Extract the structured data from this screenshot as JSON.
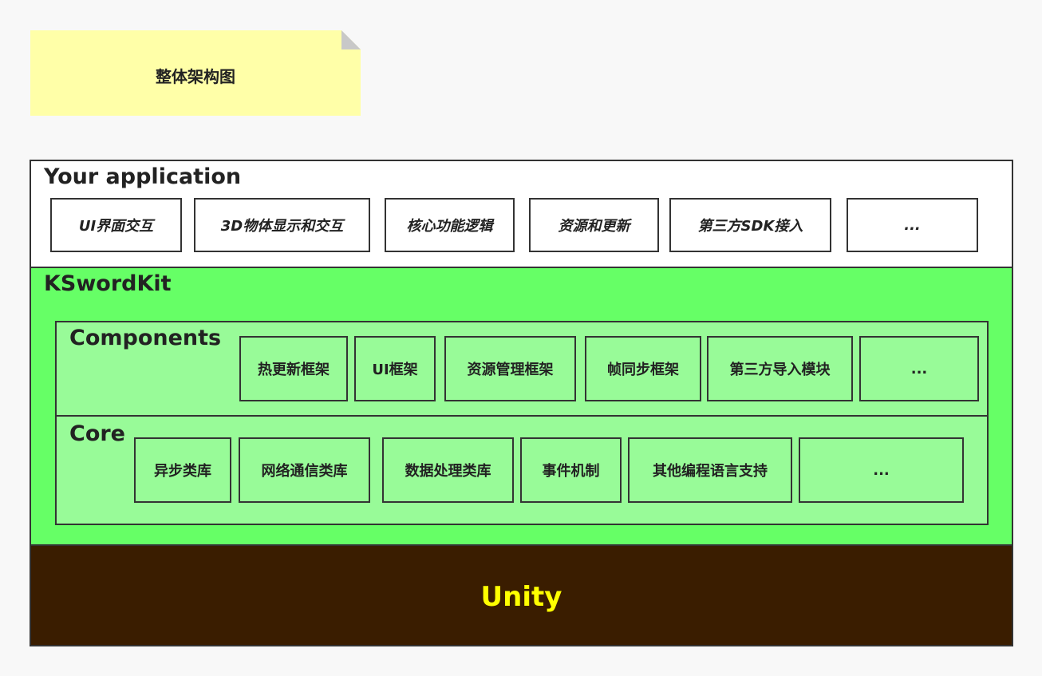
{
  "note": {
    "title": "整体架构图",
    "color": "#ffffa8"
  },
  "application": {
    "title": "Your application",
    "items": [
      "UI界面交互",
      "3D物体显示和交互",
      "核心功能逻辑",
      "资源和更新",
      "第三方SDK接入",
      "..."
    ]
  },
  "kit": {
    "title": "KSwordKit",
    "color": "#66ff66",
    "components": {
      "title": "Components",
      "items": [
        "热更新框架",
        "UI框架",
        "资源管理框架",
        "帧同步框架",
        "第三方导入模块",
        "..."
      ]
    },
    "core": {
      "title": "Core",
      "items": [
        "异步类库",
        "网络通信类库",
        "数据处理类库",
        "事件机制",
        "其他编程语言支持",
        "..."
      ]
    }
  },
  "unity": {
    "title": "Unity",
    "color": "#3a1d00",
    "text_color": "#ffff00"
  }
}
